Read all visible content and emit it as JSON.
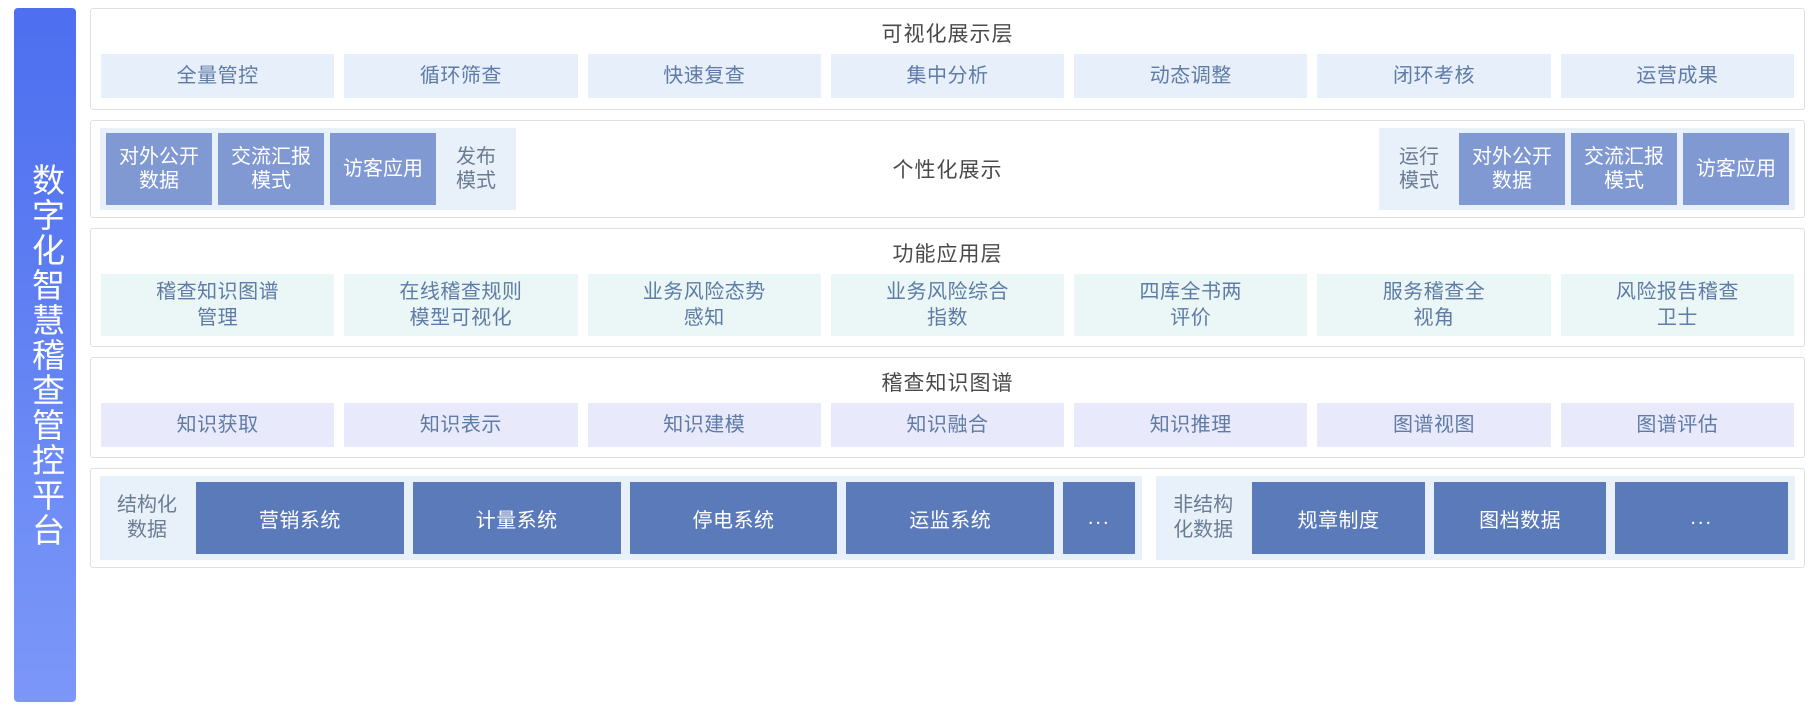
{
  "sidebar": {
    "title": "数字化智慧稽查管控平台"
  },
  "bands": {
    "visualization": {
      "title": "可视化展示层",
      "items": [
        "全量管控",
        "循环筛查",
        "快速复查",
        "集中分析",
        "动态调整",
        "闭环考核",
        "运营成果"
      ]
    },
    "modes": {
      "center_label": "个性化展示",
      "left_group": [
        {
          "label": "对外公开\n数据",
          "style": "filled"
        },
        {
          "label": "交流汇报\n模式",
          "style": "filled"
        },
        {
          "label": "访客应用",
          "style": "filled"
        },
        {
          "label": "发布\n模式",
          "style": "plain"
        }
      ],
      "right_group": [
        {
          "label": "运行\n模式",
          "style": "plain"
        },
        {
          "label": "对外公开\n数据",
          "style": "filled"
        },
        {
          "label": "交流汇报\n模式",
          "style": "filled"
        },
        {
          "label": "访客应用",
          "style": "filled"
        }
      ]
    },
    "function": {
      "title": "功能应用层",
      "items": [
        "稽查知识图谱\n管理",
        "在线稽查规则\n模型可视化",
        "业务风险态势\n感知",
        "业务风险综合\n指数",
        "四库全书两\n评价",
        "服务稽查全\n视角",
        "风险报告稽查\n卫士"
      ]
    },
    "knowledge_graph": {
      "title": "稽查知识图谱",
      "items": [
        "知识获取",
        "知识表示",
        "知识建模",
        "知识融合",
        "知识推理",
        "图谱视图",
        "图谱评估"
      ]
    },
    "data": {
      "structured": {
        "label": "结构化\n数据",
        "items": [
          "营销系统",
          "计量系统",
          "停电系统",
          "运监系统"
        ],
        "more": "..."
      },
      "unstructured": {
        "label": "非结构\n化数据",
        "items": [
          "规章制度",
          "图档数据"
        ],
        "more": "..."
      }
    }
  },
  "colors": {
    "sidebar_gradient_start": "#4d6ff0",
    "sidebar_gradient_end": "#7c97f8",
    "chip_visualization": "#e6effa",
    "chip_function": "#eaf7f6",
    "chip_knowledge": "#e8eafb",
    "box_mode": "#8099d2",
    "box_data": "#5b7ab9",
    "band_strip": "#e8f1fa",
    "text_chip": "#5f7ba6",
    "text_title": "#4a4a4a"
  }
}
